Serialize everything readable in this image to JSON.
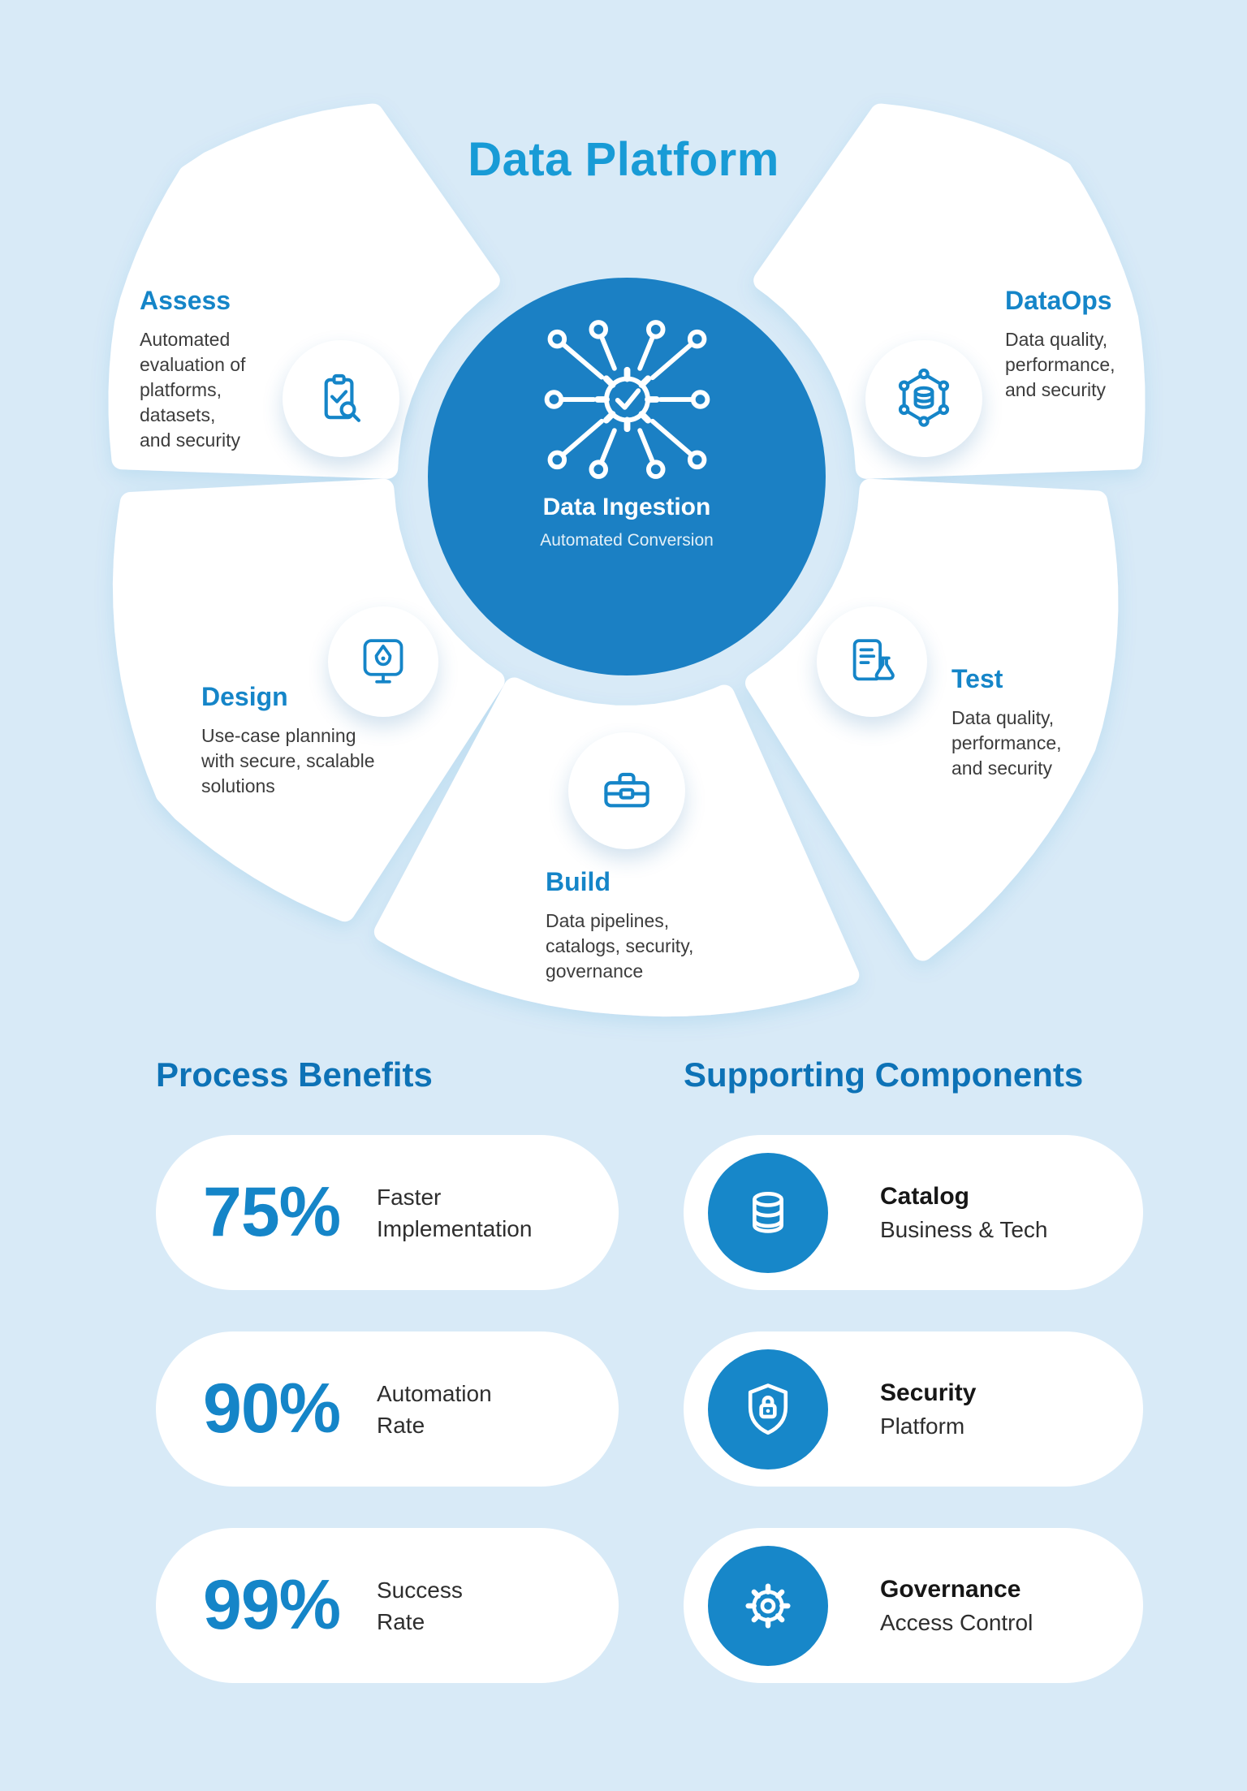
{
  "page": {
    "title": "Data Platform",
    "background": "#d8eaf7"
  },
  "hub": {
    "title": "Data Ingestion",
    "subtitle": "Automated Conversion",
    "color": "#1b80c4",
    "icon": "data-network-gear-icon"
  },
  "stages": [
    {
      "id": "assess",
      "title": "Assess",
      "description": "Automated\nevaluation of\nplatforms,\ndatasets,\nand security",
      "icon": "clipboard-check-magnifier-icon"
    },
    {
      "id": "dataops",
      "title": "DataOps",
      "description": "Data quality,\nperformance,\nand security",
      "icon": "hexagon-database-icon"
    },
    {
      "id": "design",
      "title": "Design",
      "description": "Use-case planning\nwith secure, scalable\nsolutions",
      "icon": "pen-tool-screen-icon"
    },
    {
      "id": "test",
      "title": "Test",
      "description": "Data quality,\nperformance,\nand security",
      "icon": "document-flask-icon"
    },
    {
      "id": "build",
      "title": "Build",
      "description": "Data pipelines,\ncatalogs, security,\ngovernance",
      "icon": "toolbox-icon"
    }
  ],
  "benefits": {
    "heading": "Process Benefits",
    "items": [
      {
        "value": "75%",
        "label": "Faster\nImplementation"
      },
      {
        "value": "90%",
        "label": "Automation\nRate"
      },
      {
        "value": "99%",
        "label": "Success\nRate"
      }
    ]
  },
  "components": {
    "heading": "Supporting Components",
    "items": [
      {
        "title": "Catalog",
        "subtitle": "Business & Tech",
        "icon": "database-icon"
      },
      {
        "title": "Security",
        "subtitle": "Platform",
        "icon": "shield-lock-icon"
      },
      {
        "title": "Governance",
        "subtitle": "Access Control",
        "icon": "gear-icon"
      }
    ]
  },
  "colors": {
    "title_blue": "#189bd6",
    "stage_blue": "#1585c8",
    "heading_blue": "#0d72b6",
    "hub_blue": "#1b80c4",
    "icon_circle_blue": "#1787c9",
    "body_text": "#3c3c3c",
    "background": "#d8eaf7",
    "card": "#ffffff"
  }
}
